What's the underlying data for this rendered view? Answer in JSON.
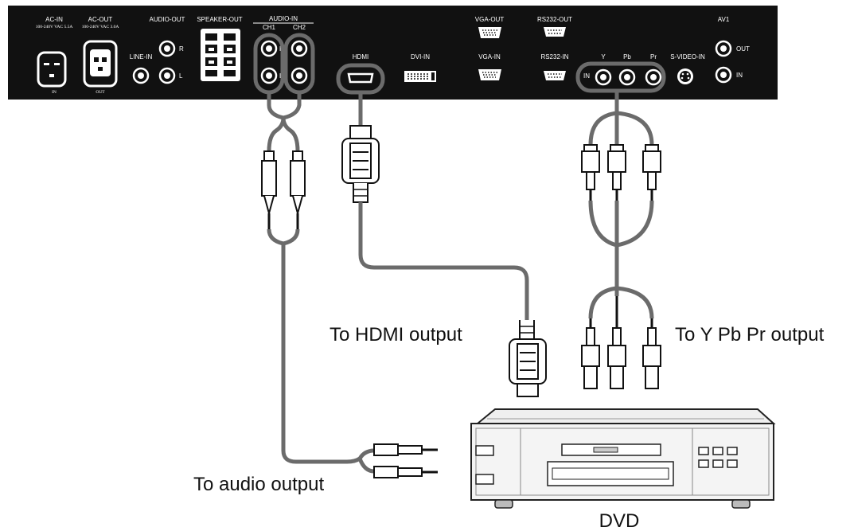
{
  "panel": {
    "ac_in": {
      "title": "AC-IN",
      "rating": "100-240V VAC 5.5A",
      "label": "IN"
    },
    "ac_out": {
      "title": "AC-OUT",
      "rating": "100-240V VAC 3.0A",
      "label": "OUT"
    },
    "audio_out": {
      "title": "AUDIO-OUT",
      "r": "R",
      "l": "L",
      "line_in": "LINE-IN"
    },
    "speaker_out": "SPEAKER-OUT",
    "audio_in": {
      "title": "AUDIO-IN",
      "ch1": "CH1",
      "ch2": "CH2",
      "r": "R",
      "l": "L"
    },
    "hdmi": "HDMI",
    "dvi_in": "DVI-IN",
    "vga_out": "VGA-OUT",
    "vga_in": "VGA-IN",
    "rs232_out": "RS232-OUT",
    "rs232_in": "RS232-IN",
    "ypbpr": {
      "y": "Y",
      "pb": "Pb",
      "pr": "Pr",
      "in": "IN"
    },
    "s_video_in": "S-VIDEO-IN",
    "av1": {
      "title": "AV1",
      "out": "OUT",
      "in": "IN"
    }
  },
  "labels": {
    "hdmi_output": "To HDMI output",
    "ypbpr_output": "To Y Pb Pr output",
    "audio_output": "To audio output",
    "dvd": "DVD"
  },
  "colors": {
    "panel": "#111111",
    "cable": "#6b6b6b",
    "cable_core": "#c7c7c7"
  }
}
